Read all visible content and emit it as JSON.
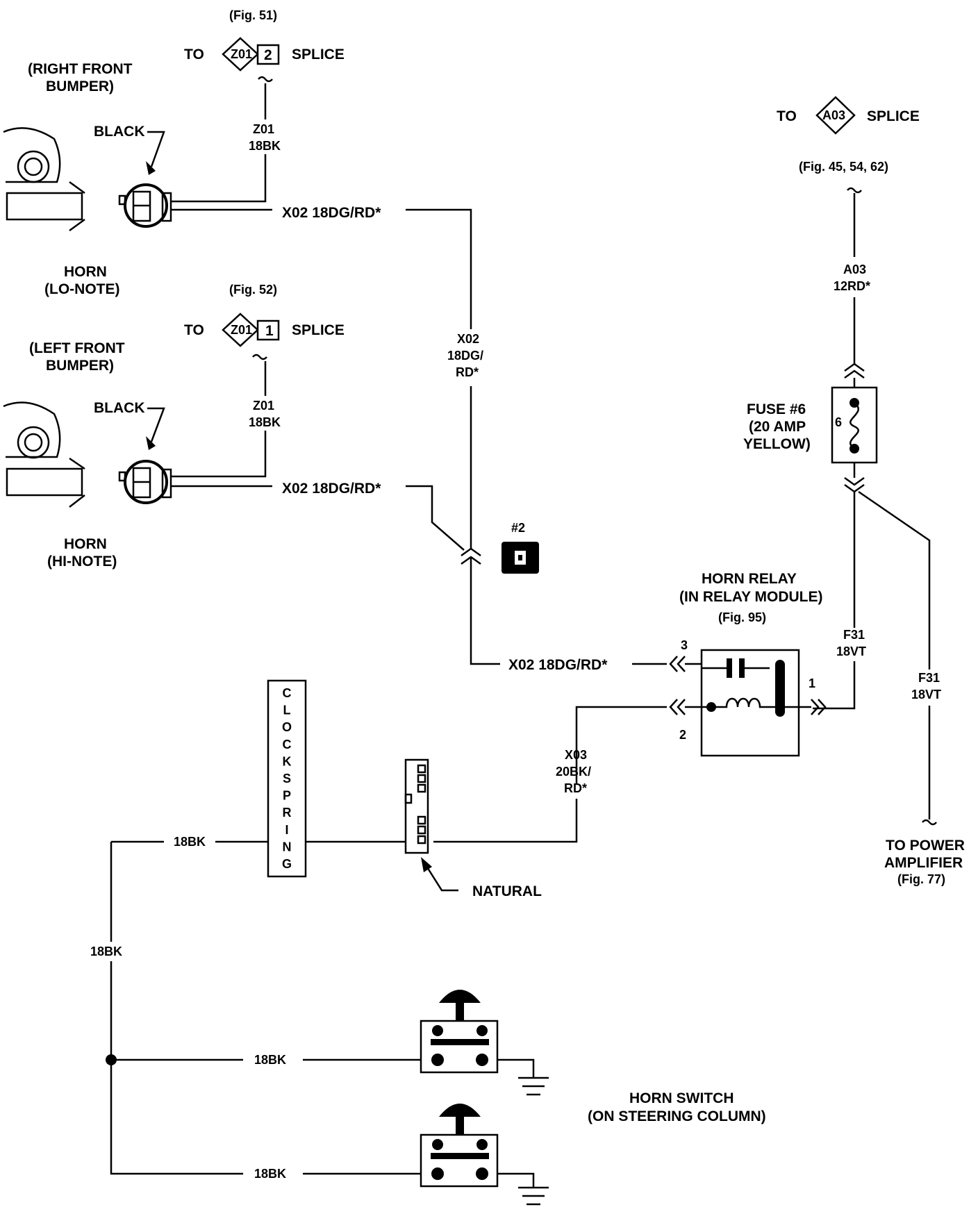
{
  "top_splice": {
    "fig": "(Fig. 51)",
    "to": "TO",
    "code": "Z01",
    "pin": "2",
    "splice": "SPLICE"
  },
  "bottom_splice": {
    "fig": "(Fig. 52)",
    "to": "TO",
    "code": "Z01",
    "pin": "1",
    "splice": "SPLICE"
  },
  "a03_splice": {
    "to": "TO",
    "code": "A03",
    "splice": "SPLICE",
    "fig": "(Fig. 45, 54, 62)"
  },
  "horn_lo": {
    "location_1": "(RIGHT FRONT",
    "location_2": "BUMPER)",
    "connector_color": "BLACK",
    "name_1": "HORN",
    "name_2": "(LO-NOTE)",
    "ground_wire_1": "Z01",
    "ground_wire_2": "18BK",
    "feed_wire": "X02  18DG/RD*"
  },
  "horn_hi": {
    "location_1": "(LEFT FRONT",
    "location_2": "BUMPER)",
    "connector_color": "BLACK",
    "name_1": "HORN",
    "name_2": "(HI-NOTE)",
    "ground_wire_1": "Z01",
    "ground_wire_2": "18BK",
    "feed_wire": "X02  18DG/RD*"
  },
  "x02_vertical": {
    "line1": "X02",
    "line2": "18DG/",
    "line3": "RD*"
  },
  "splice_2": {
    "label": "#2"
  },
  "a03_wire": {
    "line1": "A03",
    "line2": "12RD*"
  },
  "fuse": {
    "line1": "FUSE #6",
    "line2": "(20 AMP",
    "line3": "YELLOW)",
    "number": "6"
  },
  "relay": {
    "line1": "HORN RELAY",
    "line2": "(IN RELAY MODULE)",
    "fig": "(Fig. 95)",
    "pin1": "1",
    "pin2": "2",
    "pin3": "3",
    "pin3_wire": "X02  18DG/RD*"
  },
  "f31_a": {
    "line1": "F31",
    "line2": "18VT"
  },
  "f31_b": {
    "line1": "F31",
    "line2": "18VT"
  },
  "power_amp": {
    "line1": "TO POWER",
    "line2": "AMPLIFIER",
    "fig": "(Fig. 77)"
  },
  "x03": {
    "line1": "X03",
    "line2": "20BK/",
    "line3": "RD*"
  },
  "clockspring": {
    "letters": [
      "C",
      "L",
      "O",
      "C",
      "K",
      "S",
      "P",
      "R",
      "I",
      "N",
      "G"
    ]
  },
  "natural": {
    "label": "NATURAL"
  },
  "bk_wires": {
    "top": "18BK",
    "vertical": "18BK",
    "switch1": "18BK",
    "switch2": "18BK"
  },
  "horn_switch": {
    "line1": "HORN SWITCH",
    "line2": "(ON STEERING COLUMN)"
  }
}
